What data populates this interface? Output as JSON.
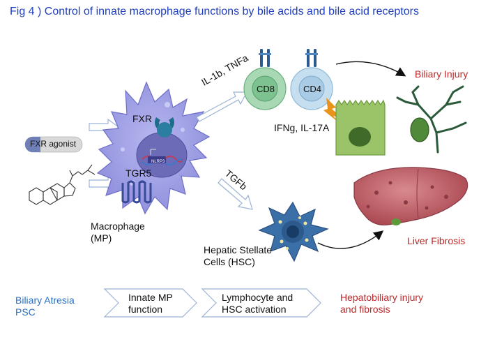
{
  "title": "Fig 4 ) Control of innate macrophage functions by bile acids and bile acid receptors",
  "agonist_label": "FXR agonist",
  "macrophage": {
    "fxr": "FXR",
    "tgr5": "TGR5",
    "nlrp3": "NLRP3",
    "name_line1": "Macrophage",
    "name_line2": "(MP)"
  },
  "cytokines": {
    "il1b_tnfa": "IL-1b, TNFa",
    "tgfb": "TGFb",
    "ifng_il17a": "IFNg, IL-17A"
  },
  "cells": {
    "cd8": "CD8",
    "cd4": "CD4",
    "hsc_line1": "Hepatic Stellate",
    "hsc_line2": "Cells (HSC)"
  },
  "outcomes": {
    "biliary_injury": "Biliary Injury",
    "liver_fibrosis": "Liver Fibrosis"
  },
  "footer": {
    "disease_line1": "Biliary Atresia",
    "disease_line2": "PSC",
    "step1_line1": "Innate MP",
    "step1_line2": "function",
    "step2_line1": "Lymphocyte and",
    "step2_line2": "HSC activation",
    "result_line1": "Hepatobiliary injury",
    "result_line2": "and fibrosis"
  },
  "colors": {
    "title": "#1f3fbf",
    "outcome": "#c0282a",
    "disease": "#2a6fc0",
    "macrophage": "#9a9ae6",
    "cd8": "#a8d8b4",
    "cd4": "#c6dff0",
    "cholangiocyte": "#9bc468",
    "liver": "#b0505a",
    "hsc": "#3a6fa8"
  }
}
